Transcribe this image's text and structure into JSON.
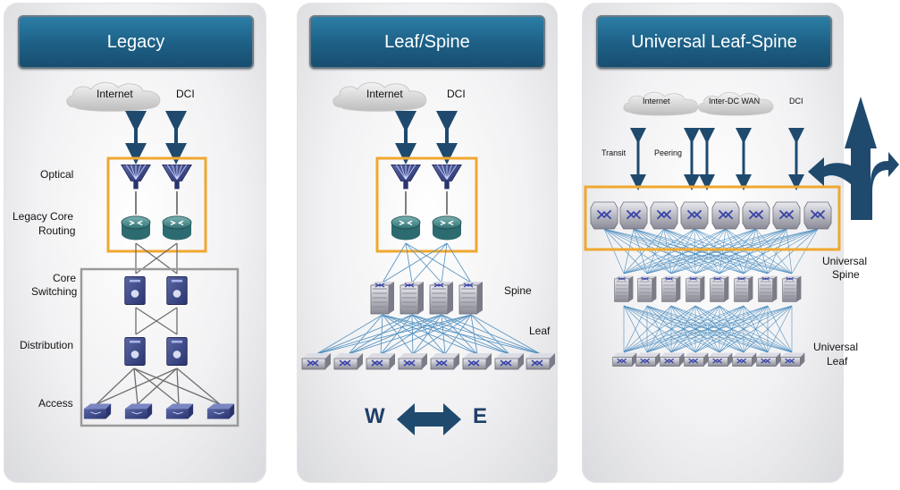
{
  "panels": [
    {
      "title": "Legacy",
      "cloud_labels": [
        "Internet",
        "DCI"
      ],
      "layer_labels": [
        "Optical",
        "Legacy Core",
        "Routing",
        "Core",
        "Switching",
        "Distribution",
        "Access"
      ]
    },
    {
      "title": "Leaf/Spine",
      "cloud_labels": [
        "Internet",
        "DCI"
      ],
      "layer_labels": [
        "Spine",
        "Leaf"
      ],
      "direction": {
        "west": "W",
        "east": "E"
      }
    },
    {
      "title": "Universal Leaf-Spine",
      "cloud_labels": [
        "Internet",
        "Inter-DC WAN",
        "DCI"
      ],
      "link_labels": [
        "Transit",
        "Peering"
      ],
      "layer_labels": [
        "Universal",
        "Spine",
        "Universal",
        "Leaf"
      ]
    }
  ],
  "colors": {
    "banner": "#1d5f85",
    "highlight_box": "#f0a830",
    "grey_box": "#9a9a9a",
    "link": "#4f8fc0",
    "arrow": "#1f4a6e"
  },
  "icons": [
    "cloud-icon",
    "optical-mux-icon",
    "router-icon",
    "core-switch-icon",
    "access-switch-icon",
    "spine-switch-icon",
    "leaf-switch-icon",
    "double-arrow-icon",
    "road-fork-arrow-icon"
  ]
}
